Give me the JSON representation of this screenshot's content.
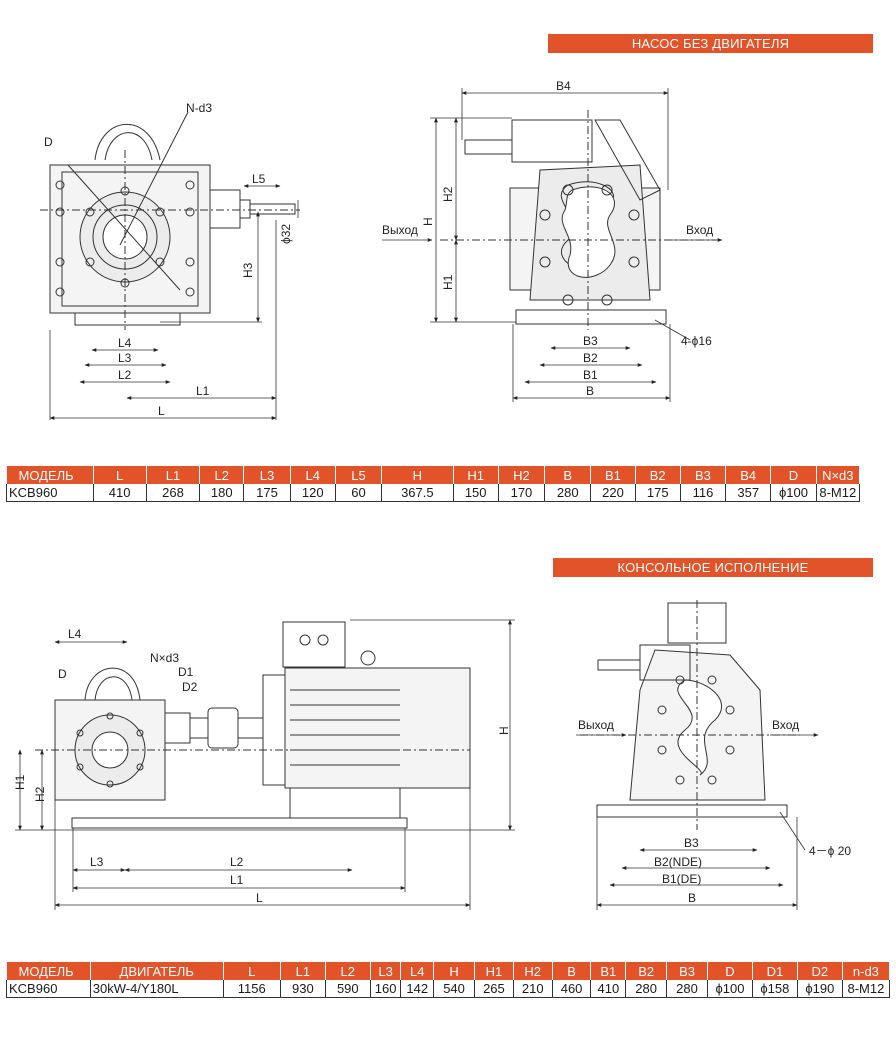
{
  "banners": {
    "no_motor": "НАСОС БЕЗ ДВИГАТЕЛЯ",
    "console": "КОНСОЛЬНОЕ ИСПОЛНЕНИЕ"
  },
  "drawing1_labels": {
    "N_d3": "N-d3",
    "D": "D",
    "L5": "L5",
    "phi32": "ϕ32",
    "H3": "H3",
    "L4": "L4",
    "L3": "L3",
    "L2": "L2",
    "L1": "L1",
    "L": "L"
  },
  "drawing2_labels": {
    "B4": "B4",
    "H2": "H2",
    "H": "H",
    "H1": "H1",
    "outlet": "Выход",
    "inlet": "Вход",
    "holes": "4-ϕ16",
    "B3": "B3",
    "B2": "B2",
    "B1": "B1",
    "B": "B"
  },
  "drawing3_labels": {
    "L4": "L4",
    "N_d3": "N×d3",
    "D": "D",
    "D1": "D1",
    "D2": "D2",
    "H1": "H1",
    "H2": "H2",
    "H": "H",
    "L3": "L3",
    "L2": "L2",
    "L1": "L1",
    "L": "L"
  },
  "drawing4_labels": {
    "outlet": "Выход",
    "inlet": "Вход",
    "B3": "B3",
    "B2": "B2(NDE)",
    "holes": "4－ϕ 20",
    "B1": "B1(DE)",
    "B": "B"
  },
  "table1": {
    "headers": [
      "МОДЕЛЬ",
      "L",
      "L1",
      "L2",
      "L3",
      "L4",
      "L5",
      "H",
      "H1",
      "H2",
      "B",
      "B1",
      "B2",
      "B3",
      "B4",
      "D",
      "N×d3"
    ],
    "rows": [
      [
        "KCB960",
        "410",
        "268",
        "180",
        "175",
        "120",
        "60",
        "367.5",
        "150",
        "170",
        "280",
        "220",
        "175",
        "116",
        "357",
        "ϕ100",
        "8-M12"
      ]
    ]
  },
  "table2": {
    "headers": [
      "МОДЕЛЬ",
      "ДВИГАТЕЛЬ",
      "L",
      "L1",
      "L2",
      "L3",
      "L4",
      "H",
      "H1",
      "H2",
      "B",
      "B1",
      "B2",
      "B3",
      "D",
      "D1",
      "D2",
      "n-d3"
    ],
    "rows": [
      [
        "KCB960",
        "30kW-4/Y180L",
        "1156",
        "930",
        "590",
        "160",
        "142",
        "540",
        "265",
        "210",
        "460",
        "410",
        "280",
        "280",
        "ϕ100",
        "ϕ158",
        "ϕ190",
        "8-M12"
      ]
    ]
  }
}
